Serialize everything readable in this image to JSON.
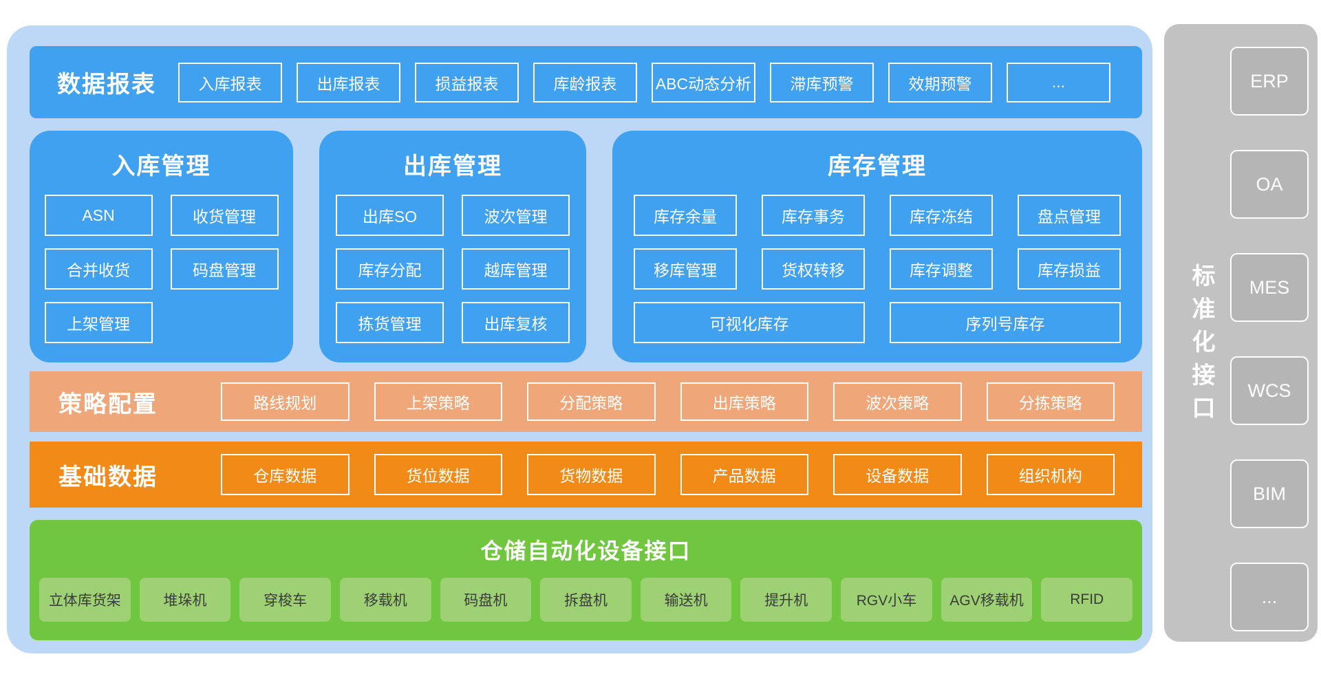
{
  "colors": {
    "page_bg": "#ffffff",
    "container_bg": "#bcd8f6",
    "blue": "#3fa1ef",
    "peach": "#efa679",
    "orange": "#f28a17",
    "green": "#70c63e",
    "green_chip_bg": "#9dd173",
    "green_chip_text": "#3b3b3b",
    "gray": "#c2c2c2",
    "gray_chip_bg": "#b5b5b5"
  },
  "reports": {
    "title": "数据报表",
    "items": [
      "入库报表",
      "出库报表",
      "损益报表",
      "库龄报表",
      "ABC动态分析",
      "滞库预警",
      "效期预警",
      "..."
    ]
  },
  "panels": {
    "inbound": {
      "title": "入库管理",
      "items": [
        "ASN",
        "收货管理",
        "合并收货",
        "码盘管理",
        "上架管理"
      ]
    },
    "outbound": {
      "title": "出库管理",
      "items": [
        "出库SO",
        "波次管理",
        "库存分配",
        "越库管理",
        "拣货管理",
        "出库复核"
      ]
    },
    "inventory": {
      "title": "库存管理",
      "items": [
        "库存余量",
        "库存事务",
        "库存冻结",
        "盘点管理",
        "移库管理",
        "货权转移",
        "库存调整",
        "库存损益"
      ],
      "wide_items": [
        "可视化库存",
        "序列号库存"
      ]
    }
  },
  "strategy": {
    "title": "策略配置",
    "items": [
      "路线规划",
      "上架策略",
      "分配策略",
      "出库策略",
      "波次策略",
      "分拣策略"
    ]
  },
  "base_data": {
    "title": "基础数据",
    "items": [
      "仓库数据",
      "货位数据",
      "货物数据",
      "产品数据",
      "设备数据",
      "组织机构"
    ]
  },
  "automation": {
    "title": "仓储自动化设备接口",
    "items": [
      "立体库货架",
      "堆垛机",
      "穿梭车",
      "移载机",
      "码盘机",
      "拆盘机",
      "输送机",
      "提升机",
      "RGV小车",
      "AGV移载机",
      "RFID"
    ]
  },
  "sidebar": {
    "title": "标准化接口",
    "items": [
      "ERP",
      "OA",
      "MES",
      "WCS",
      "BIM",
      "..."
    ]
  }
}
